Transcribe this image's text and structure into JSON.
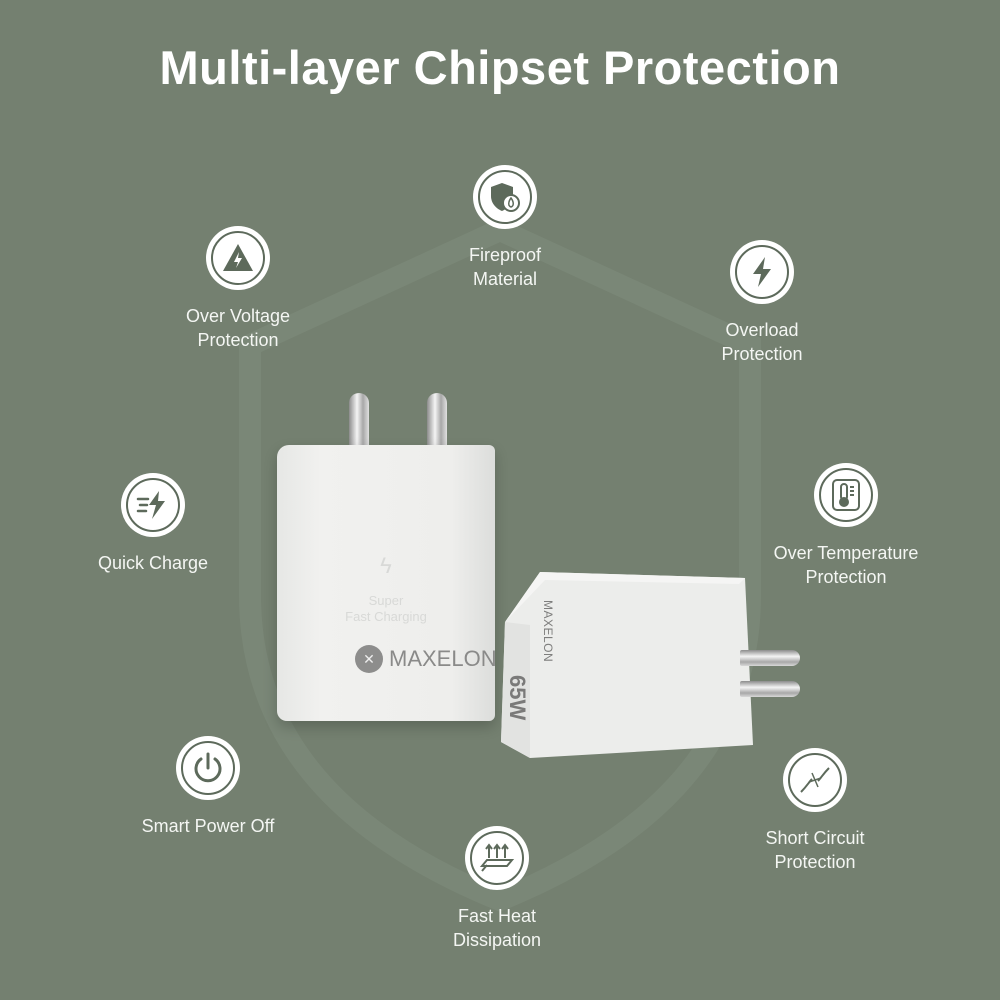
{
  "title": "Multi-layer Chipset Protection",
  "colors": {
    "background": "#748070",
    "icon_dark": "#5d6a5b",
    "white": "#ffffff"
  },
  "features": [
    {
      "icon": "shield-fire-icon",
      "label_1": "Fireproof",
      "label_2": "Material"
    },
    {
      "icon": "voltage-warning-icon",
      "label_1": "Over Voltage",
      "label_2": "Protection"
    },
    {
      "icon": "lightning-bolt-icon",
      "label_1": "Overload",
      "label_2": "Protection"
    },
    {
      "icon": "quick-charge-icon",
      "label_1": "Quick Charge",
      "label_2": ""
    },
    {
      "icon": "thermometer-icon",
      "label_1": "Over Temperature",
      "label_2": "Protection"
    },
    {
      "icon": "power-icon",
      "label_1": "Smart Power Off",
      "label_2": ""
    },
    {
      "icon": "short-circuit-icon",
      "label_1": "Short Circuit",
      "label_2": "Protection"
    },
    {
      "icon": "heat-dissipation-icon",
      "label_1": "Fast Heat",
      "label_2": "Dissipation"
    }
  ],
  "product": {
    "tagline_1": "Super",
    "tagline_2": "Fast Charging",
    "brand": "MAXELON",
    "wattage": "65W"
  }
}
